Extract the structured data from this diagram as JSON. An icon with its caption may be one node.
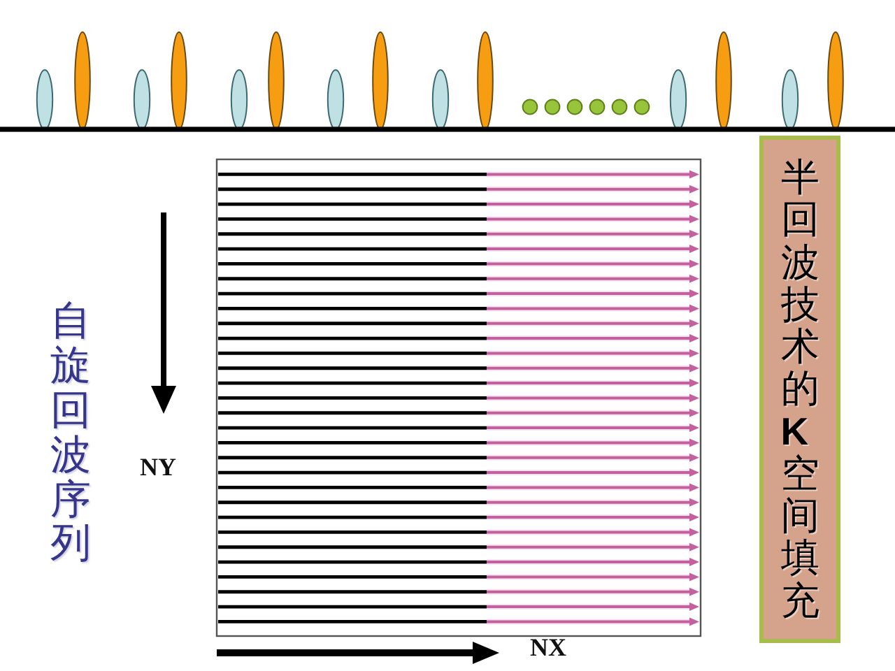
{
  "diagram": {
    "nodes": [
      {
        "text": [
          "半回波技术的**K**空间填充"
        ]
      }
    ],
    "labels": [
      "自旋回波序列",
      "NY",
      "NX"
    ]
  }
}
